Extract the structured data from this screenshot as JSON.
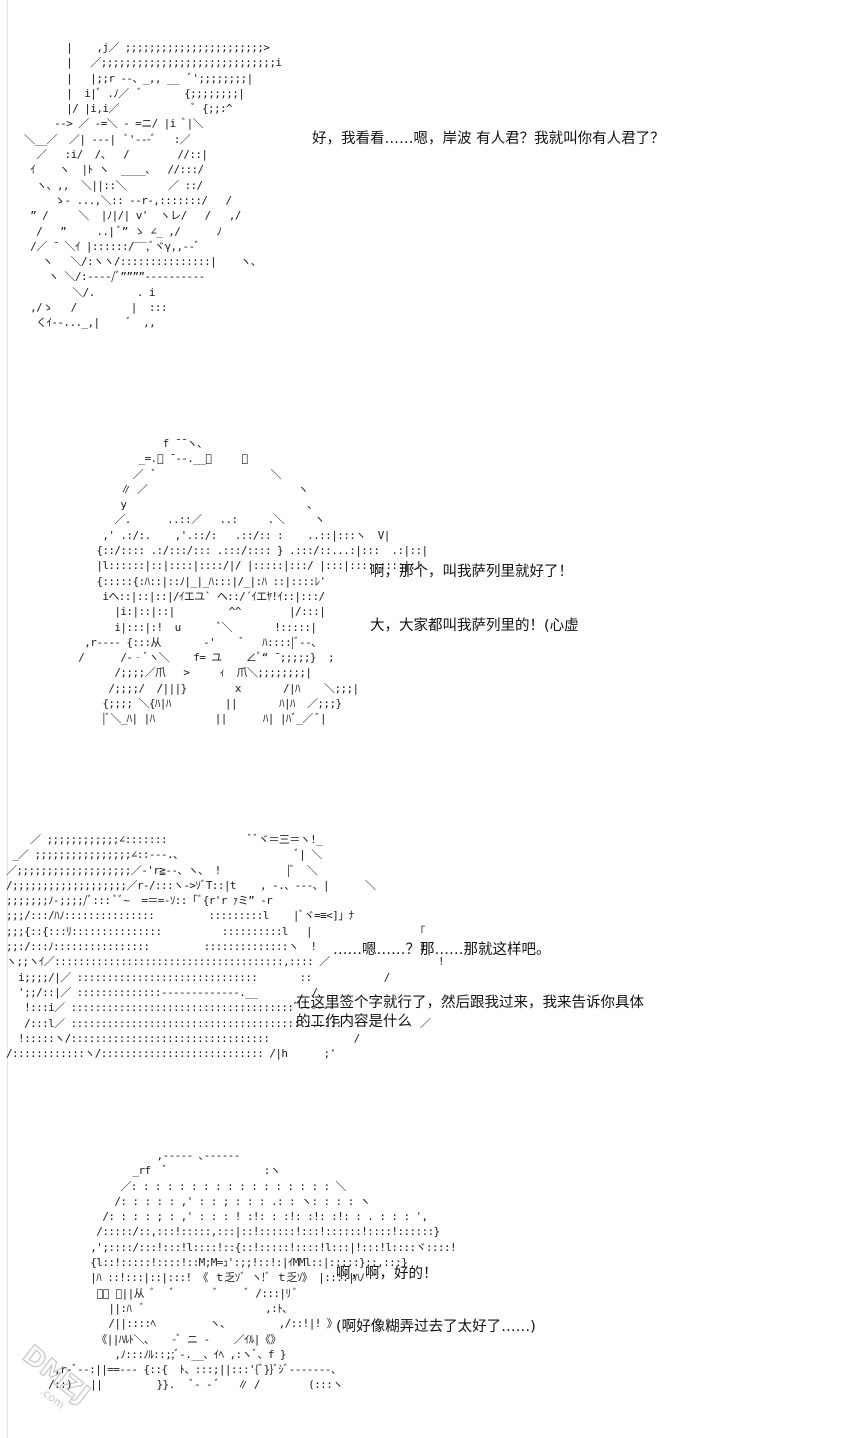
{
  "panels": [
    {
      "art": "         |    ,j／ ;;;;;;;;;;;;;;;;;;;;;;;>\n         |   ／;;;;;;;;;;;;;;;;;;;;;;;;;;;;;i\n         |   |;;r ‐‐、_,, __  ﾞ';;;;;;;;|\n         |  i|ﾞ .ﾉ／  ﾞ       {;;;;;;;;|\n         |/ |i,i／            ﾞ {;;:^\n       -‐> ／ -=＼ ‐ =ニ/ |i ﾞ|＼\n  ＼__／  ／| ---|  ﾞ'---ﾞ   :／\n    ／   :i/  /、  /        //::|\n   ｲ    ヽ  |ﾄ ヽ  ____、  //:::/\n    ヽ、,,  ＼||::＼       ／ ::/\n       ゝ‐ ...,＼:: ‐‐r‐,:::::::/   /\n   ” /     ＼  |ﾉ|/| v'  ヽレ/   /   ,/\n    /   ”     ..| ﾞ” ゝ ∠_ ,/      ﾉ\n   /／ ̄  ＼ｲ |::::::/‾‾,ﾞヾγ,,‐‐ﾞ\n     ヽ   ＼/:ヽヽ/:::::::::::::::|    ヽ、\n      ヽ ＼/:‐‐‐‐/ﾞ””””‐‐‐‐‐‐‐‐‐‐\n          ＼/.       . i\n   ,/ゝ   /         |  :::\n    くｲ‐‐..._,|     ﾞ  ,,",
      "lines": [
        "好，我看看……嗯，岸波 有人君？我就叫你有人君了？"
      ]
    },
    {
      "art": "                         f ̄ ̄ ヽ、\n                     _=.ﾞ ̄ ‐‐.__、     、\n                    ／  ﾞ                   ＼\n                  ∥ ／                         ヽ\n                  y                              、\n                 ／.      ..::／   ..:     .＼     ヽ\n               ,' .:/:.    ,'.::/:   .::/:: :    ..::|:::ヽ  V|\n              {::/:::: .:/:::/::: .:::/:::: } .:::/::...:|:::  .:|::|\n              |l::::::|::|::::|::::/|/ |:::::|:::/ |:::|:::::::::|:!\n              {:::::{:ﾊ::|::ﾉ|_|_ﾊ:::|/_|:ﾊ ::|::::ﾚ'\n               iヘ::|::|::|/ｲエユ` ヘ::/´ｲエﾔ!ｲ::|:::/\n                 |i:|::|::|         ^^        |/:::|\n                 i|:::|:!  u      ﾞ＼       !:::::|\n            ,r‐‐‐‐ {:::从       ‐'    ﾞ   ﾊ::::|ﾞ‐‐、\n           /      /‐‐ﾞヽ＼    f= ユ    ∠ﾞ“ ̄ ;;;;;}  ;\n                 /;;;;／爪   >     ｨ  爪＼;;;;;;;;|\n                /;;;;/  /|||}        x       /|ﾊ    ＼;;;|\n               {;;;; ＼{ﾊ|ﾊ         ||       ﾊ|ﾊ  ／;;;}\n               |ﾞ＼_ﾊ| |ﾊ          ||      ﾊ| |ﾊﾞ_／ ﾞ|",
      "lines": [
        "啊，那个，叫我萨列里就好了！",
        "大，大家都叫我萨列里的！(心虚"
      ]
    },
    {
      "art": "    ／ ;;;;;;;;;;;;∠:::::::              ﾞﾞヾ＝三＝ヽ!_\n _／ ;;;;;;;;;;;;;;;;∠::‐‐-.、                   ﾞ| ＼\n／;;;;;;;;;;;;;;;;;;;／‐'r≧‐‐、ヽ、 !           |ﾞ  ＼\n/;;;;;;;;;;;;;;;;;;;／r‐/:::ヽ‐>ｿﾞT::|t    , -.、‐‐‐、|      ＼\n;;;;;;;ﾉ‐;;;;/ﾞ::: ﾞﾞ~  =＝=‐ｿ::「ﾞ{r'r ｧミ” ‐r\n;;;/:::/ﾊﾉ:::::::::::::::         :::::::::l    |ﾞヾ=≡<]」ﾅ\n;;;{::{:::ﾘ:::::::::::::::          ::::::::::l   |                 「\n;;:/:::ﾉ::::::::::::::::         ::::::::::::::ヽ  !                 |\nヽ;;ヽｲ／::::::::::::::::::::::::::::::::::::::,:::: ／                  !\n  i;;;;/|／ ::::::::::::::::::::::::::::::       ::            /\n  ';;/::|／ ::::::::::::::‐‐‐‐‐‐‐‐‐‐‐‐‐.__         /\n   !:::i／ :::::::::::::::::::::::::::::::::::::ﾞ‐‐‐‐‐‐'\n   /:::l／ :::::::::::::::::::::::::::::::::::::::::::::             ／\n  !:::::ヽ/:::::::::::::::::::::::::::::::::              /\n/::::::::::::ヽ/::::::::::::::::::::::::::: /|h      ;'",
      "lines": [
        "……嗯……？那……那就这样吧。",
        "    在这里签个字就行了，然后跟我过来，我来告诉你具体",
        "的工作内容是什么"
      ]
    },
    {
      "art": "                       ,‐‐‐‐‐ ､‐‐‐‐‐‐\n                   _rf  ﾞ                :ヽ\n                 ／: : : : : : : : : : : : : : : : : ＼\n                /: : : : : ,' : : ; : : : .: : ヽ: : : : ヽ\n              /: : : : ; : ,' : : : ! :!: : :!: :!: :!: : . : : : ',\n             /:::::/::,:::!:::::,:::|::!::::::!:::!::::::!::::!::::::}\n            ,';::::/:::!:::!l::::!::{::!:::::!::::!l:::|!:::!l::::ヾ::::!\n            {l::!:::::!::::!::M;M=ｭ':;;!::!:|ｲMMl::|:::::}::,:::}\n            |ﾊ ::!:::|::|:::! 《 ｔ乏ｿﾞ ヽ!ﾞ ｔ乏ｿ》 |::::|ﾊﾉ\n             ﾞ、 ﾞ||从 ﾞ   ﾞ       ﾞ     ﾞ /:::|ﾘ ﾞ\n               ||:ﾊ  ﾞ                    ,:ﾄ、\n               /||::::ﾍ         ヽ、        ,/::!|! 》\n             《||ﾊﾙﾄ＼、   -ﾞ ニ -    ／ｲﾙ|《》\n                ,ﾉ:::ﾉﾙ::;;ﾞ‐.__、ｲﾍ ,:ヽﾞ、f }\n      ,r‐ﾞ‐‐:||==‐‐‐ {::{  ﾄ、:::;||:::'{ﾞ}}ﾞｼﾞ‐‐‐‐‐‐‐、\n     /::)   ||         }}.   ﾞ‐ ‐ ﾞ   ∥ /        (:::ヽ",
      "lines": [
        "啊，啊，好的！",
        "(啊好像糊弄过去了太好了……)"
      ]
    }
  ],
  "watermark": {
    "text_main": "DMZJ",
    "text_sub": ".com",
    "color": "#8a8a8a"
  }
}
